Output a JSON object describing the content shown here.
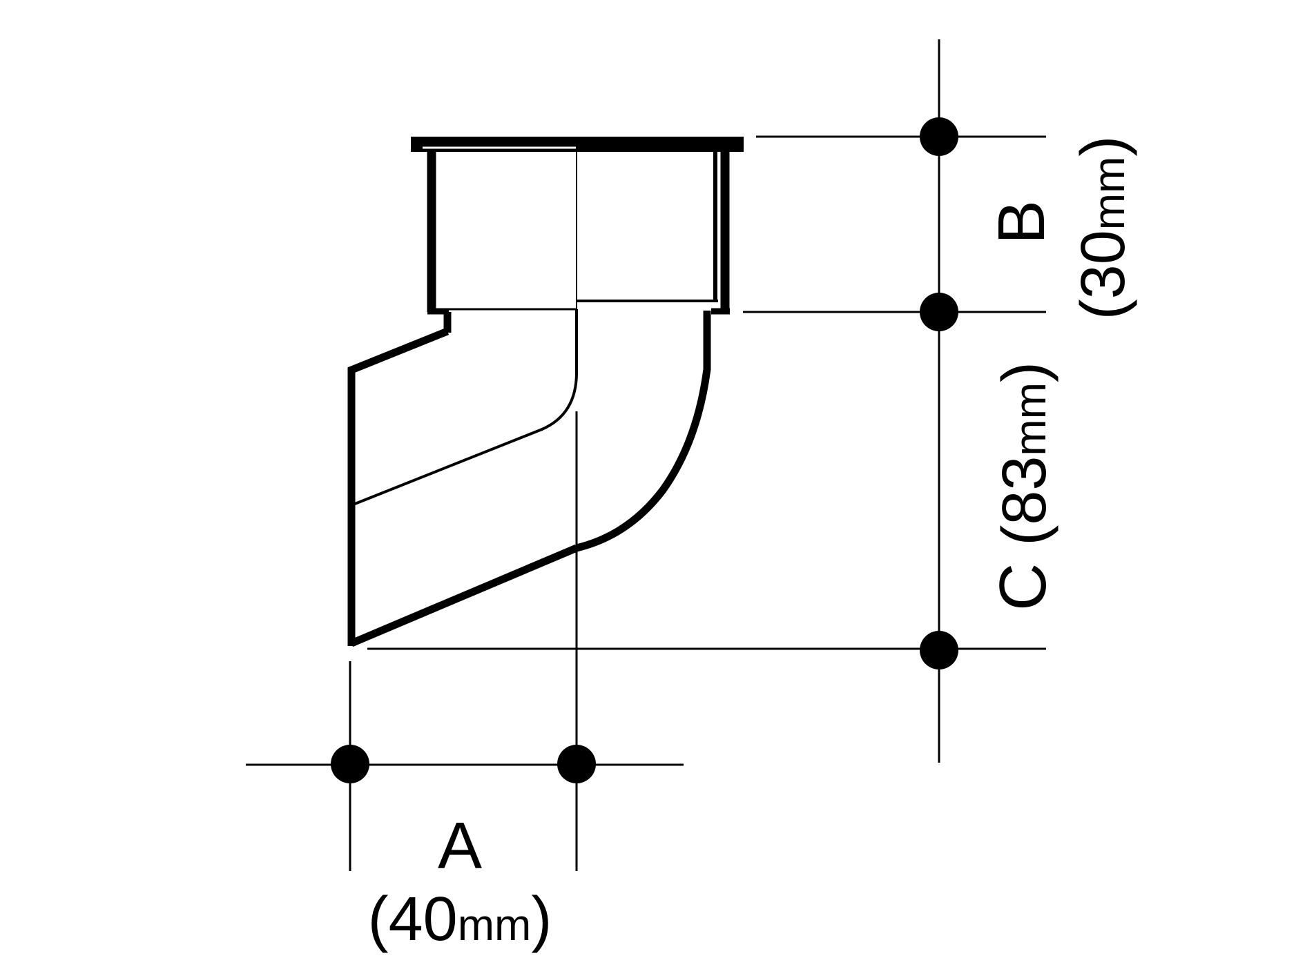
{
  "colors": {
    "ink": "#000000",
    "background": "#ffffff"
  },
  "dimensions": {
    "a": {
      "letter": "A",
      "open": "(",
      "value": "40",
      "unit": "mm",
      "close": ")"
    },
    "b": {
      "letter": "B",
      "open": "(",
      "value": "30",
      "unit": "mm",
      "close": ")"
    },
    "c": {
      "letter": "C",
      "open": "(",
      "value": "83",
      "unit": "mm",
      "close": ")"
    }
  }
}
